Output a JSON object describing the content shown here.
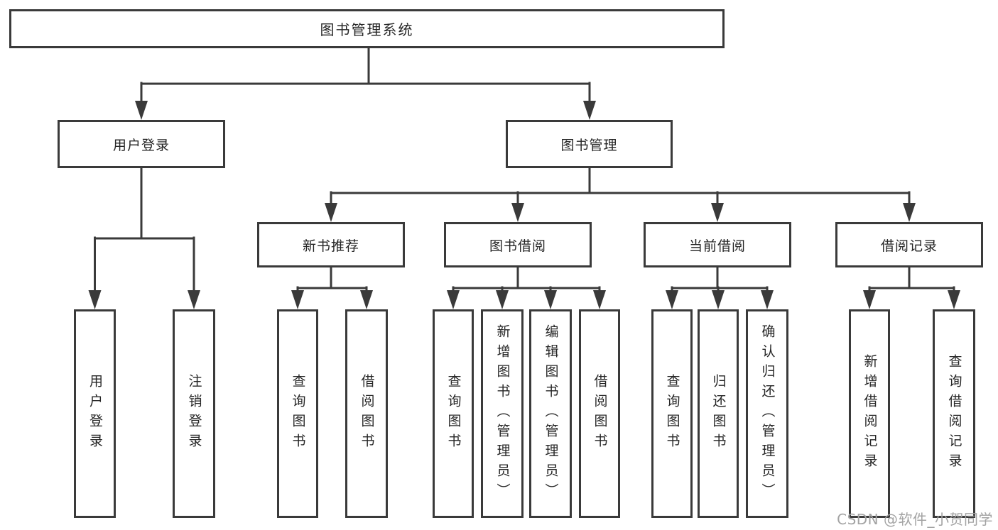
{
  "diagram": {
    "title": "图书管理系统",
    "root": {
      "label": "图书管理系统"
    },
    "branches": [
      {
        "label": "用户登录",
        "children": [
          "用户登录",
          "注销登录"
        ]
      },
      {
        "label": "图书管理",
        "children": [
          {
            "label": "新书推荐",
            "children": [
              "查询图书",
              "借阅图书"
            ]
          },
          {
            "label": "图书借阅",
            "children": [
              "查询图书",
              "新增图书（管理员）",
              "编辑图书（管理员）",
              "借阅图书"
            ]
          },
          {
            "label": "当前借阅",
            "children": [
              "查询图书",
              "归还图书",
              "确认归还（管理员）"
            ]
          },
          {
            "label": "借阅记录",
            "children": [
              "新增借阅记录",
              "查询借阅记录"
            ]
          }
        ]
      }
    ]
  },
  "watermark": {
    "text": "CSDN @软件_小贺同学"
  },
  "colors": {
    "line": "#3a3a3a",
    "box_border": "#3a3a3a",
    "box_fill": "#ffffff",
    "text": "#262626",
    "watermark": "#a3a3a3",
    "background": "#ffffff"
  }
}
